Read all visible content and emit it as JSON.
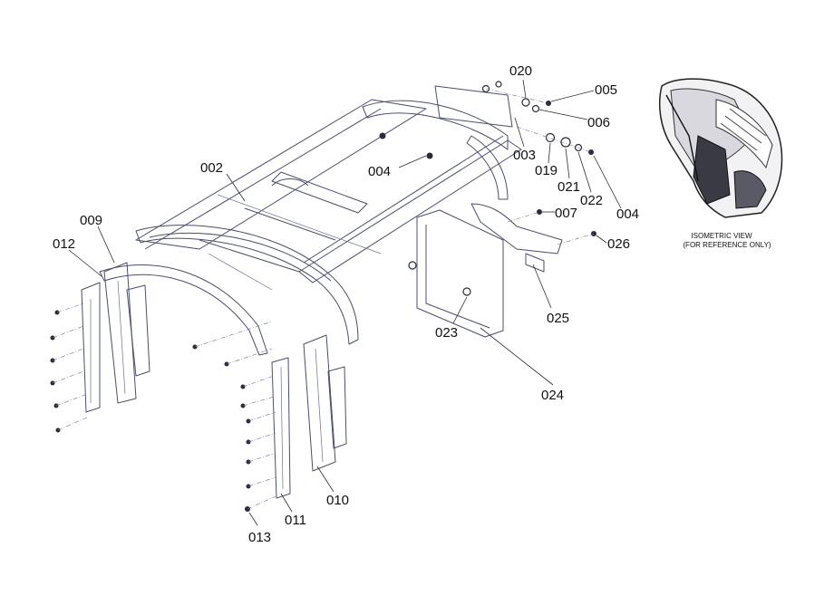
{
  "callouts": {
    "c002": "002",
    "c003": "003",
    "c004a": "004",
    "c004b": "004",
    "c005": "005",
    "c006": "006",
    "c007": "007",
    "c009": "009",
    "c010": "010",
    "c011": "011",
    "c012": "012",
    "c013": "013",
    "c019": "019",
    "c020": "020",
    "c021": "021",
    "c022": "022",
    "c023": "023",
    "c024": "024",
    "c025": "025",
    "c026": "026"
  },
  "isometric": {
    "caption_line1": "ISOMETRIC VIEW",
    "caption_line2": "(FOR REFERENCE ONLY)"
  },
  "colors": {
    "line": "#4a4f6a",
    "text": "#111111",
    "background": "#ffffff"
  }
}
